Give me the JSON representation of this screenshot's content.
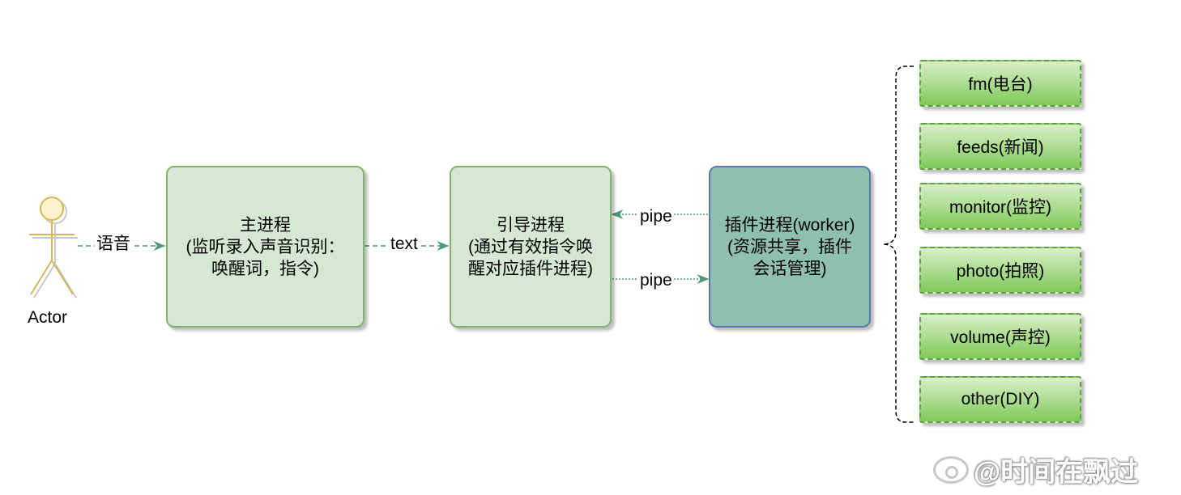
{
  "actor": {
    "label": "Actor"
  },
  "nodes": {
    "main_process": [
      "主进程",
      "(监听录入声音识别：",
      "唤醒词，指令)"
    ],
    "guide_process": [
      "引导进程",
      "(通过有效指令唤",
      "醒对应插件进程)"
    ],
    "plugin_process": [
      "插件进程(worker)",
      "(资源共享，插件",
      "会话管理)"
    ]
  },
  "edges": {
    "voice": "语音",
    "text": "text",
    "pipe_back": "pipe",
    "pipe_forward": "pipe"
  },
  "plugins": [
    "fm(电台)",
    "feeds(新闻)",
    "monitor(监控)",
    "photo(拍照)",
    "volume(声控)",
    "other(DIY)"
  ],
  "watermark": "@时间在飘过",
  "colors": {
    "light_fill": "#d5e8d4",
    "light_stroke": "#82b366",
    "teal_fill": "#8fbfb0",
    "teal_stroke": "#5a77b2",
    "plugin_stroke": "#5f9e48",
    "edge": "#4e9a78",
    "actor": "#d6b656",
    "actor_fill": "#fff2cc"
  }
}
